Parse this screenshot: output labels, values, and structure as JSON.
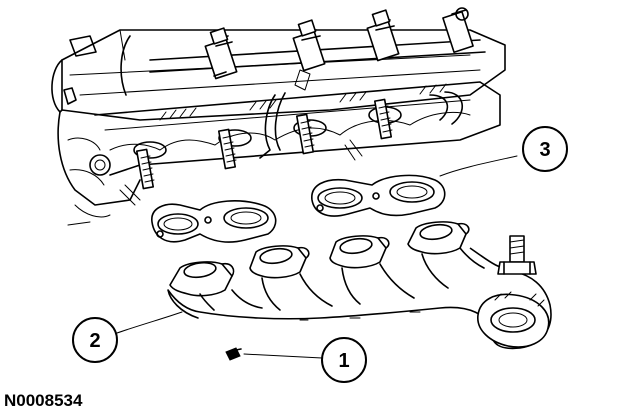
{
  "diagram": {
    "reference_number": "N0008534",
    "callouts": [
      {
        "label": "1",
        "part": "stud"
      },
      {
        "label": "2",
        "part": "exhaust-manifold"
      },
      {
        "label": "3",
        "part": "gaskets"
      }
    ]
  }
}
